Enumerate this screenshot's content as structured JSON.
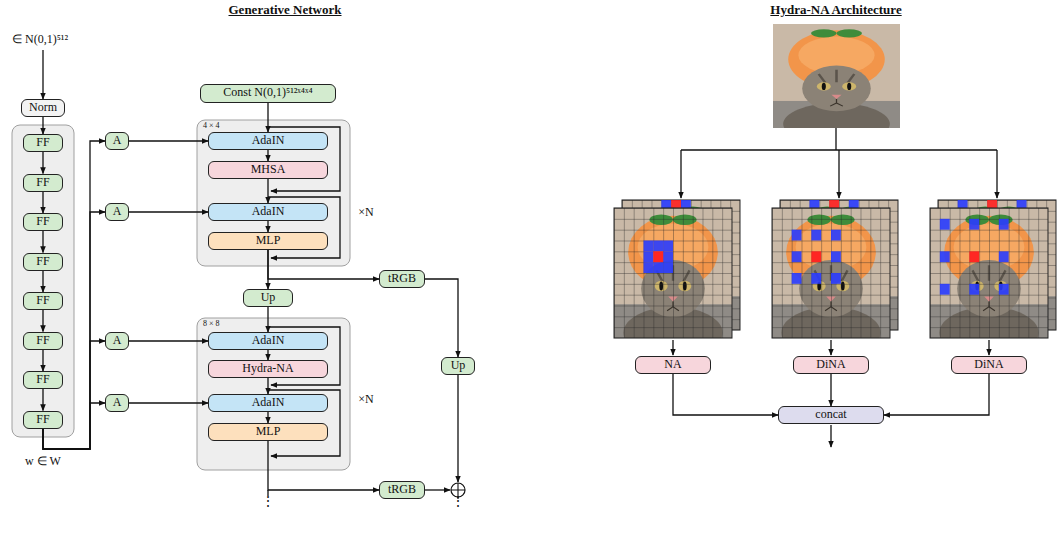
{
  "diagram": {
    "nodes": [
      {
        "text": [
          "Norm"
        ]
      },
      {
        "text": [
          "FF"
        ]
      },
      {
        "text": [
          "FF"
        ]
      },
      {
        "text": [
          "FF"
        ]
      },
      {
        "text": [
          "FF"
        ]
      },
      {
        "text": [
          "FF"
        ]
      },
      {
        "text": [
          "FF"
        ]
      },
      {
        "text": [
          "FF"
        ]
      },
      {
        "text": [
          "FF"
        ]
      },
      {
        "text": [
          "A"
        ]
      },
      {
        "text": [
          "A"
        ]
      },
      {
        "text": [
          "A"
        ]
      },
      {
        "text": [
          "A"
        ]
      },
      {
        "text": [
          "Const N(0,1)⁵¹²ˣ⁴ˣ⁴"
        ]
      },
      {
        "text": [
          "4 × 4"
        ]
      },
      {
        "text": [
          "AdaIN"
        ],
        "in": 14
      },
      {
        "text": [
          "MHSA"
        ],
        "in": 14
      },
      {
        "text": [
          "AdaIN"
        ],
        "in": 14
      },
      {
        "text": [
          "MLP"
        ],
        "in": 14
      },
      {
        "text": [
          "Up"
        ]
      },
      {
        "text": [
          "tRGB"
        ]
      },
      {
        "text": [
          "8 × 8"
        ]
      },
      {
        "text": [
          "AdaIN"
        ],
        "in": 21
      },
      {
        "text": [
          "Hydra-NA"
        ],
        "in": 21
      },
      {
        "text": [
          "AdaIN"
        ],
        "in": 21
      },
      {
        "text": [
          "MLP"
        ],
        "in": 21
      },
      {
        "text": [
          "Up"
        ]
      },
      {
        "text": [
          "tRGB"
        ]
      },
      {
        "text": [
          "NA"
        ]
      },
      {
        "text": [
          "DiNA"
        ]
      },
      {
        "text": [
          "DiNA"
        ]
      },
      {
        "text": [
          "concat"
        ]
      }
    ],
    "edges": [
      {
        "from": 0,
        "to": 1,
        "arrow": "to"
      },
      {
        "from": 1,
        "to": 2,
        "arrow": "to"
      },
      {
        "from": 2,
        "to": 3,
        "arrow": "to"
      },
      {
        "from": 3,
        "to": 4,
        "arrow": "to"
      },
      {
        "from": 4,
        "to": 5,
        "arrow": "to"
      },
      {
        "from": 5,
        "to": 6,
        "arrow": "to"
      },
      {
        "from": 6,
        "to": 7,
        "arrow": "to"
      },
      {
        "from": 7,
        "to": 8,
        "arrow": "to"
      },
      {
        "from": 8,
        "to": 9,
        "arrow": "to"
      },
      {
        "from": 8,
        "to": 10,
        "arrow": "to"
      },
      {
        "from": 8,
        "to": 11,
        "arrow": "to"
      },
      {
        "from": 8,
        "to": 12,
        "arrow": "to"
      },
      {
        "from": 9,
        "to": 15,
        "arrow": "to"
      },
      {
        "from": 10,
        "to": 17,
        "arrow": "to"
      },
      {
        "from": 11,
        "to": 22,
        "arrow": "to"
      },
      {
        "from": 12,
        "to": 24,
        "arrow": "to"
      },
      {
        "from": 13,
        "to": 15,
        "arrow": "to"
      },
      {
        "from": 15,
        "to": 16,
        "arrow": "to"
      },
      {
        "from": 16,
        "to": 17,
        "arrow": "to"
      },
      {
        "from": 17,
        "to": 18,
        "arrow": "to"
      },
      {
        "from": 18,
        "to": 19,
        "arrow": "to"
      },
      {
        "from": 18,
        "to": 20,
        "arrow": "to"
      },
      {
        "from": 19,
        "to": 22,
        "arrow": "to"
      },
      {
        "from": 22,
        "to": 23,
        "arrow": "to"
      },
      {
        "from": 23,
        "to": 24,
        "arrow": "to"
      },
      {
        "from": 24,
        "to": 25,
        "arrow": "to"
      },
      {
        "from": 25,
        "to": 27,
        "arrow": "to"
      },
      {
        "from": 20,
        "to": 26,
        "arrow": "to"
      },
      {
        "from": 28,
        "to": 31,
        "arrow": "to"
      },
      {
        "from": 29,
        "to": 31,
        "arrow": "to"
      },
      {
        "from": 30,
        "to": 31,
        "arrow": "to"
      }
    ],
    "labels": [
      "Generative Network",
      "Hydra-NA Architecture",
      "∈ N(0,1)⁵¹²",
      "w ∈ W",
      "×N",
      "×N",
      "⋮",
      "⋮"
    ]
  }
}
